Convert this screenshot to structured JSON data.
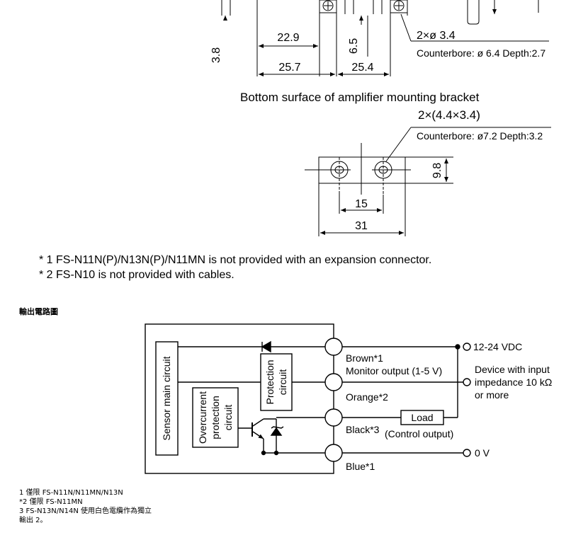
{
  "top_drawing": {
    "dim_3_8": "3.8",
    "dim_22_9": "22.9",
    "dim_6_5": "6.5",
    "dim_25_7": "25.7",
    "dim_25_4": "25.4",
    "hole_spec": "2×ø 3.4",
    "counterbore_spec": "Counterbore: ø 6.4 Depth:2.7"
  },
  "bracket": {
    "title": "Bottom surface of amplifier mounting bracket",
    "hole_spec": "2×(4.4×3.4)",
    "counterbore_spec": "Counterbore: ø7.2 Depth:3.2",
    "dim_9_8": "9.8",
    "dim_15": "15",
    "dim_31": "31"
  },
  "notes": {
    "note1": "* 1 FS-N11N(P)/N13N(P)/N11MN is not provided with an expansion connector.",
    "note2": "* 2 FS-N10 is not provided with cables."
  },
  "circuit": {
    "section_title": "輸出電路圖",
    "sensor_main": "Sensor main circuit",
    "overcurrent": [
      "Overcurrent",
      "protection",
      "circuit"
    ],
    "protection": [
      "Protection",
      "circuit"
    ],
    "brown": "Brown*1",
    "monitor": "Monitor output (1-5 V)",
    "orange": "Orange*2",
    "black": "Black*3",
    "control": "(Control output)",
    "blue": "Blue*1",
    "load": "Load",
    "vdc": "12-24 VDC",
    "device": [
      "Device with input",
      "impedance 10 kΩ",
      "or more"
    ],
    "zero_v": "0 V"
  },
  "footnotes": {
    "f1": "1 僅限 FS-N11N/N11MN/N13N",
    "f2": "*2 僅限 FS-N11MN",
    "f3": "3 FS-N13N/N14N 使用白色電纜作為獨立",
    "f4": "輸出 2。"
  }
}
